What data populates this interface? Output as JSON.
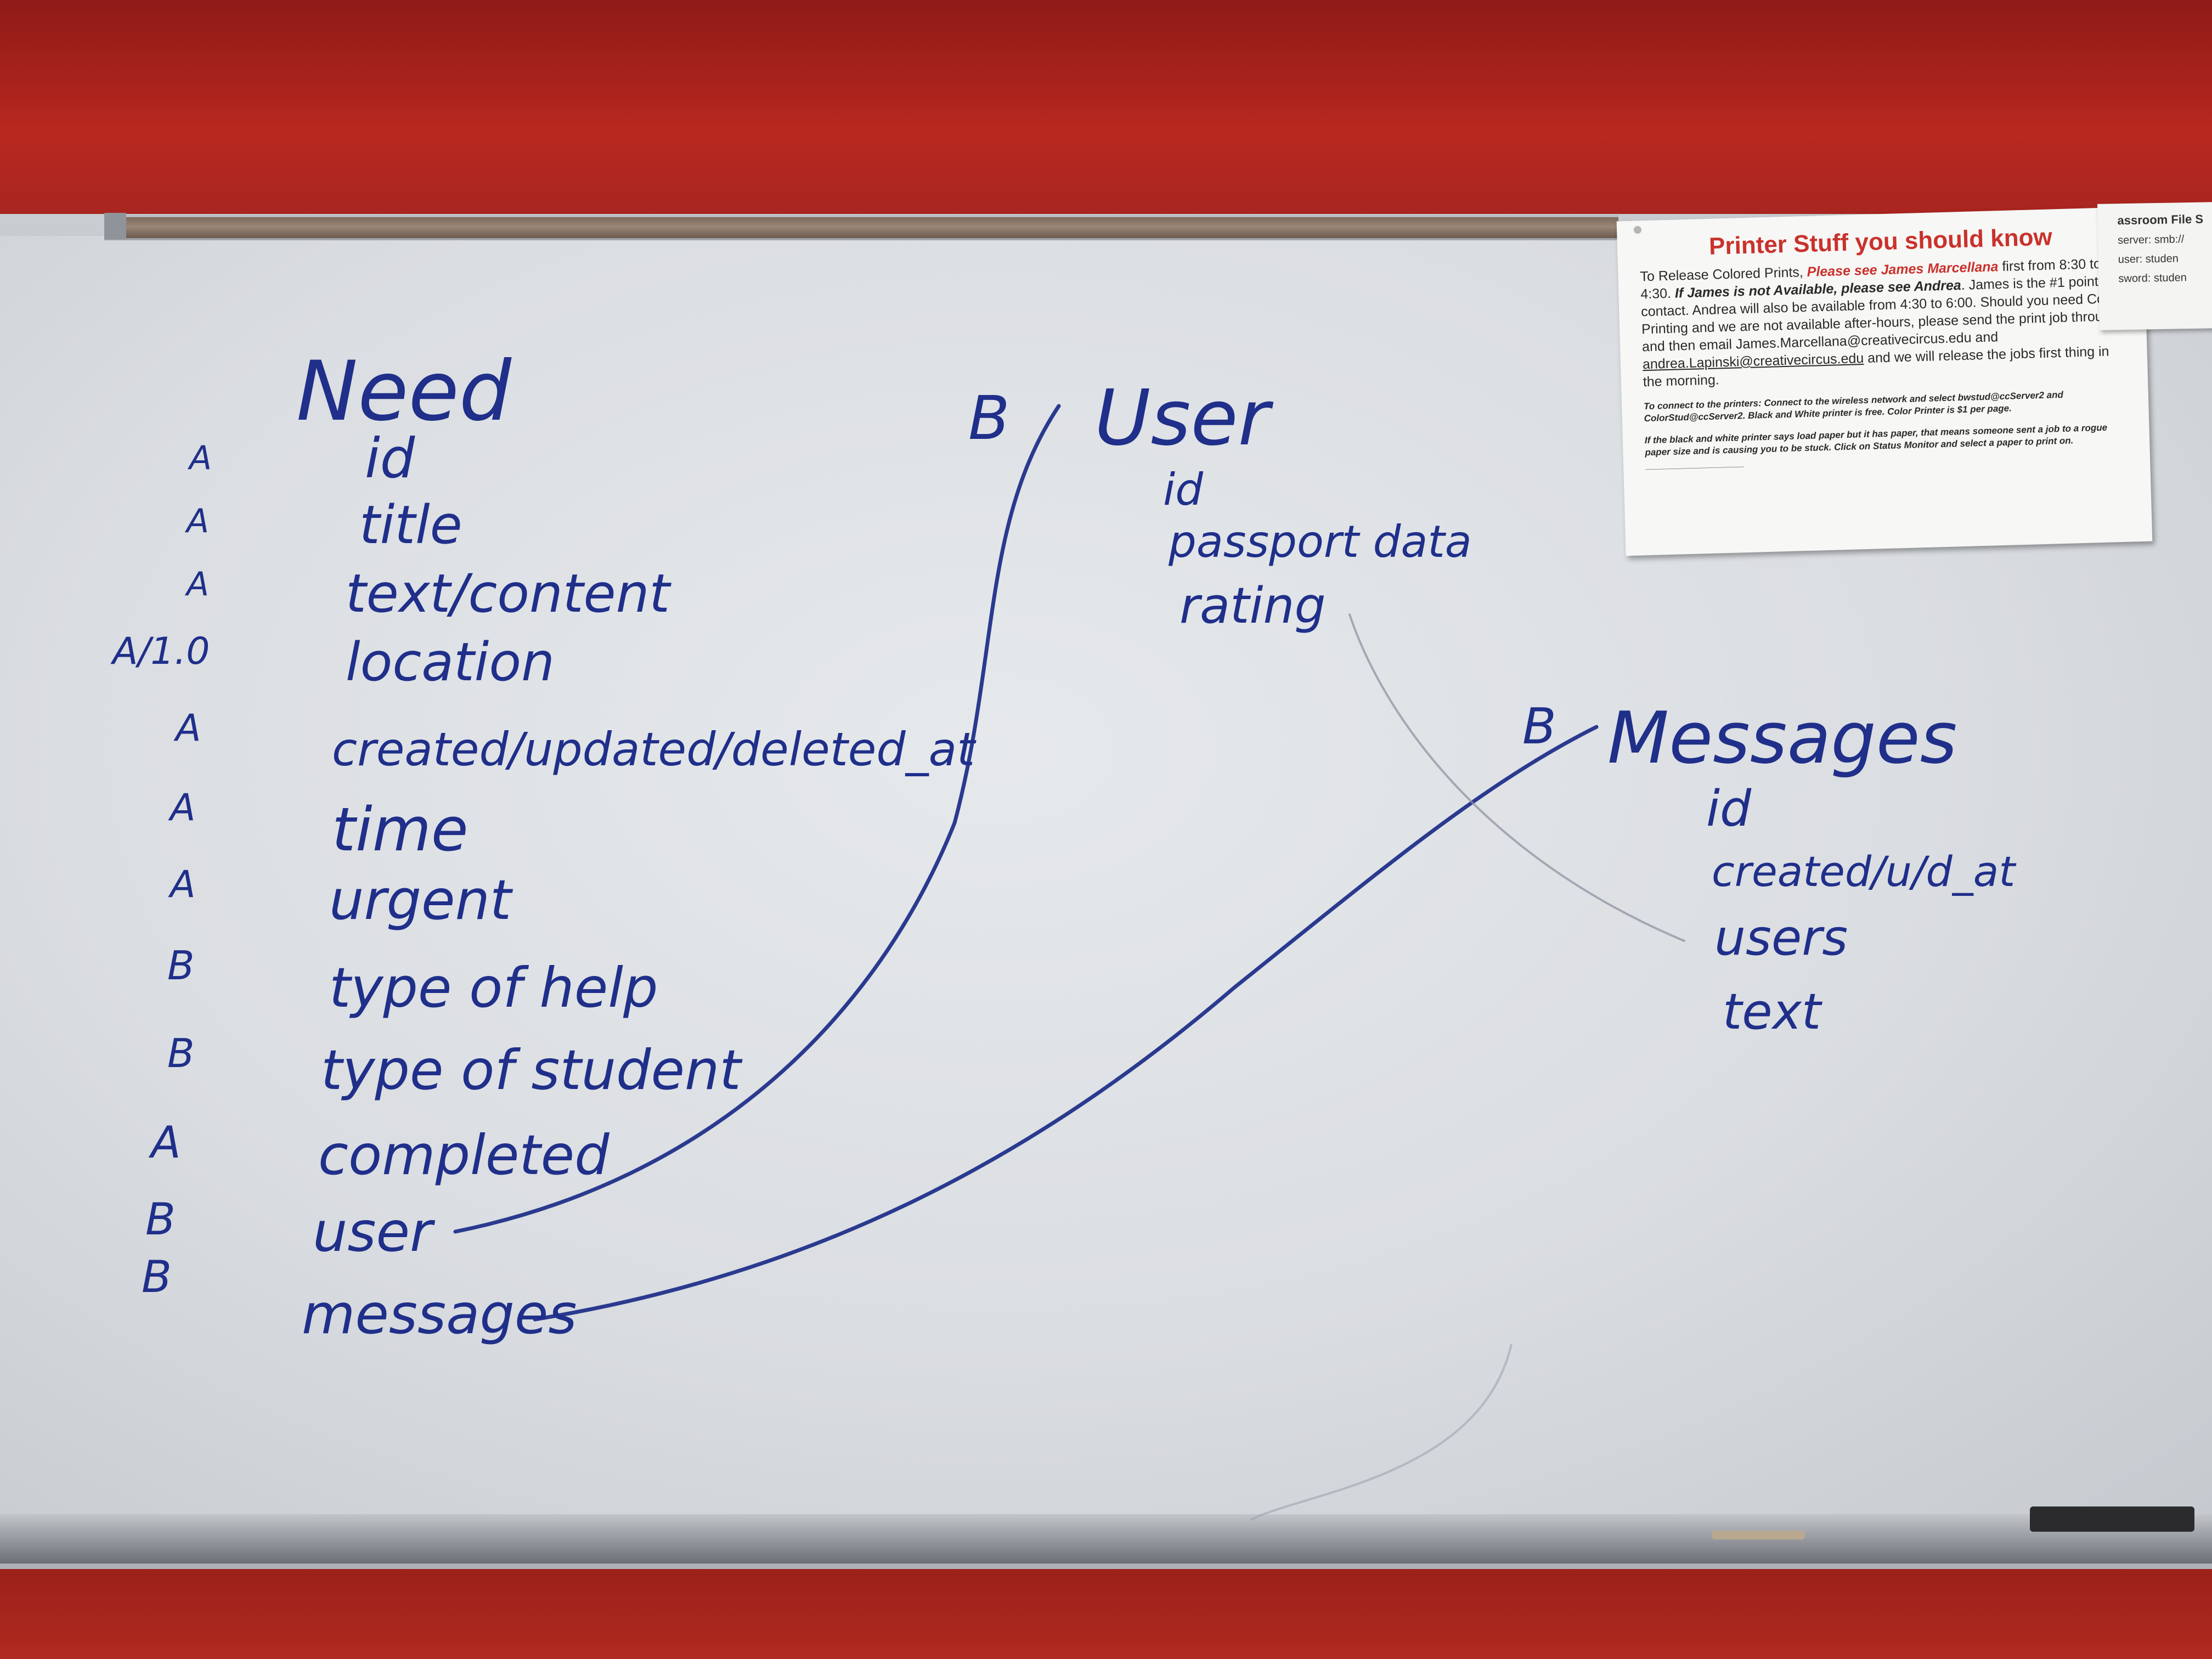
{
  "whiteboard": {
    "left_heading": "Need",
    "fields": [
      {
        "priority": "A",
        "name": "id"
      },
      {
        "priority": "A",
        "name": "title"
      },
      {
        "priority": "A",
        "name": "text/content"
      },
      {
        "priority": "A/1.0",
        "name": "location"
      },
      {
        "priority": "A",
        "name": "created/updated/deleted_at"
      },
      {
        "priority": "A",
        "name": "time"
      },
      {
        "priority": "A",
        "name": "urgent"
      },
      {
        "priority": "B",
        "name": "type of help"
      },
      {
        "priority": "B",
        "name": "type of student"
      },
      {
        "priority": "A",
        "name": "completed"
      },
      {
        "priority": "B",
        "name": "user"
      },
      {
        "priority": "B",
        "name": "messages"
      }
    ],
    "user_table": {
      "priority": "B",
      "title": "User",
      "fields": [
        "id",
        "passport data",
        "rating"
      ]
    },
    "messages_table": {
      "priority": "B",
      "title": "Messages",
      "fields": [
        "id",
        "created/u/d_at",
        "users",
        "text"
      ]
    }
  },
  "notice": {
    "title": "Printer Stuff you should know",
    "line1_a": "To Release Colored Prints, ",
    "line1_b": "Please see James Marcellana",
    "line1_c": " first from 8:30 to 4:30. ",
    "line1_d": "If James is not Available, please see Andrea",
    "line1_e": ". James is the #1 point of contact. Andrea will also be available from 4:30 to 6:00. Should you need Color Printing and we are not available after-hours, please send the print job through and then email James.Marcellana@creativecircus.edu and ",
    "email_link": "andrea.Lapinski@creativecircus.edu",
    "line1_f": " and we will release the jobs first thing in the morning.",
    "connect_text": "To connect to the printers: Connect to the wireless network and select bwstud@ccServer2 and ColorStud@ccServer2. Black and White printer is free. Color Printer is $1 per page.",
    "paper_text": "If the black and white printer says load paper but it has paper, that means someone sent a job to a rogue paper size and is causing you to be stuck. Click on Status Monitor and select a paper to print on."
  },
  "notice2": {
    "title": "assroom File S",
    "line1": "server: smb://",
    "line2": "user: studen",
    "line3": "sword: studen"
  }
}
